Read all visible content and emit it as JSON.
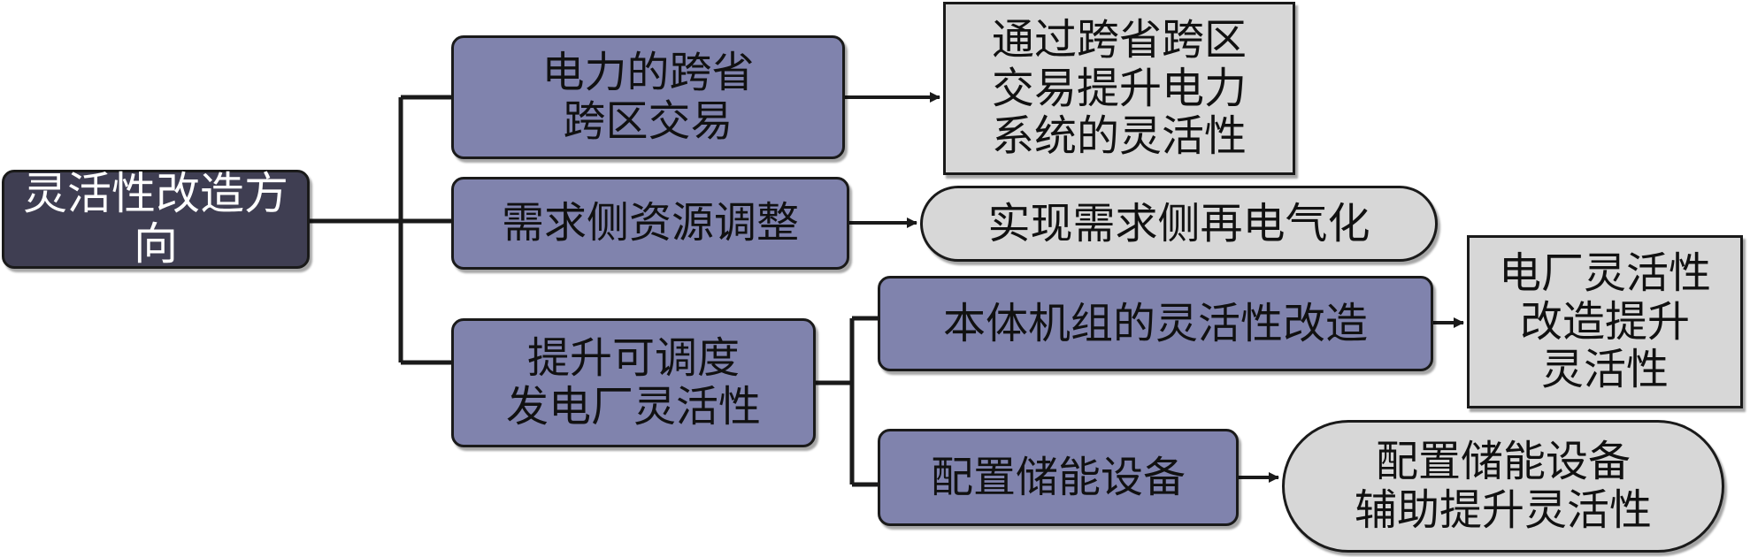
{
  "diagram": {
    "root": {
      "lines": [
        "灵活性改造方向"
      ]
    },
    "branch1": {
      "lines": [
        "电力的跨省",
        "跨区交易"
      ]
    },
    "branch1_result": {
      "lines": [
        "通过跨省跨区",
        "交易提升电力",
        "系统的灵活性"
      ]
    },
    "branch2": {
      "lines": [
        "需求侧资源调整"
      ]
    },
    "branch2_result": {
      "lines": [
        "实现需求侧再电气化"
      ]
    },
    "branch3": {
      "lines": [
        "提升可调度",
        "发电厂灵活性"
      ]
    },
    "branch3a": {
      "lines": [
        "本体机组的灵活性改造"
      ]
    },
    "branch3a_result": {
      "lines": [
        "电厂灵活性",
        "改造提升",
        "灵活性"
      ]
    },
    "branch3b": {
      "lines": [
        "配置储能设备"
      ]
    },
    "branch3b_result": {
      "lines": [
        "配置储能设备",
        "辅助提升灵活性"
      ]
    }
  },
  "colors": {
    "root_fill": "#3f3e52",
    "branch_fill": "#8083ad",
    "result_fill": "#d7d7d7",
    "line": "#1a1a1a"
  }
}
